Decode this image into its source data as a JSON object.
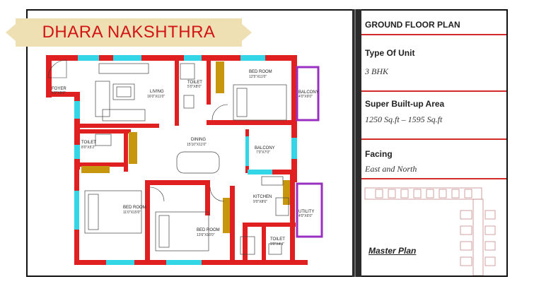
{
  "brand": {
    "title": "DHARA NAKSHTHRA"
  },
  "panel": {
    "heading": "GROUND FLOOR PLAN",
    "unit_label": "Type Of Unit",
    "unit_value": "3 BHK",
    "area_label": "Super Built-up Area",
    "area_value": "1250 Sq.ft – 1595 Sq.ft",
    "facing_label": "Facing",
    "facing_value": "East and North",
    "master_label": "Master Plan"
  },
  "rooms": {
    "foyer": {
      "name": "FOYER",
      "dim": "5'0\"X5'0\""
    },
    "living": {
      "name": "LIVING",
      "dim": "16'0\"X11'0\""
    },
    "toilet1": {
      "name": "TOILET",
      "dim": "5'0\"X8'0\""
    },
    "bed1": {
      "name": "BED ROOM",
      "dim": "12'5\"X11'0\""
    },
    "balcony1": {
      "name": "BALCONY",
      "dim": "4'0\"X9'0\""
    },
    "toilet2": {
      "name": "TOILET",
      "dim": "8'0\"X5'2\""
    },
    "dining": {
      "name": "DINING",
      "dim": "15'10\"X11'0\""
    },
    "balcony2": {
      "name": "BALCONY",
      "dim": "7'0\"X7'0\""
    },
    "kitchen": {
      "name": "KITCHEN",
      "dim": "9'0\"X8'6\""
    },
    "bed2": {
      "name": "BED ROOM",
      "dim": "11'0\"X15'0\""
    },
    "utility": {
      "name": "UTILITY",
      "dim": "4'0\"X6'0\""
    },
    "bed3": {
      "name": "BED ROOM",
      "dim": "13'6\"X10'0\""
    },
    "toilet3": {
      "name": "TOILET",
      "dim": "9'0\"X4'4\""
    }
  },
  "colors": {
    "wall": "#e02020",
    "window": "#33d6e6",
    "door": "#c8960c",
    "balcony_wall": "#9a30c0",
    "accent_line": "#d42a2a",
    "banner": "#efe0b4",
    "banner_text": "#d21414"
  }
}
